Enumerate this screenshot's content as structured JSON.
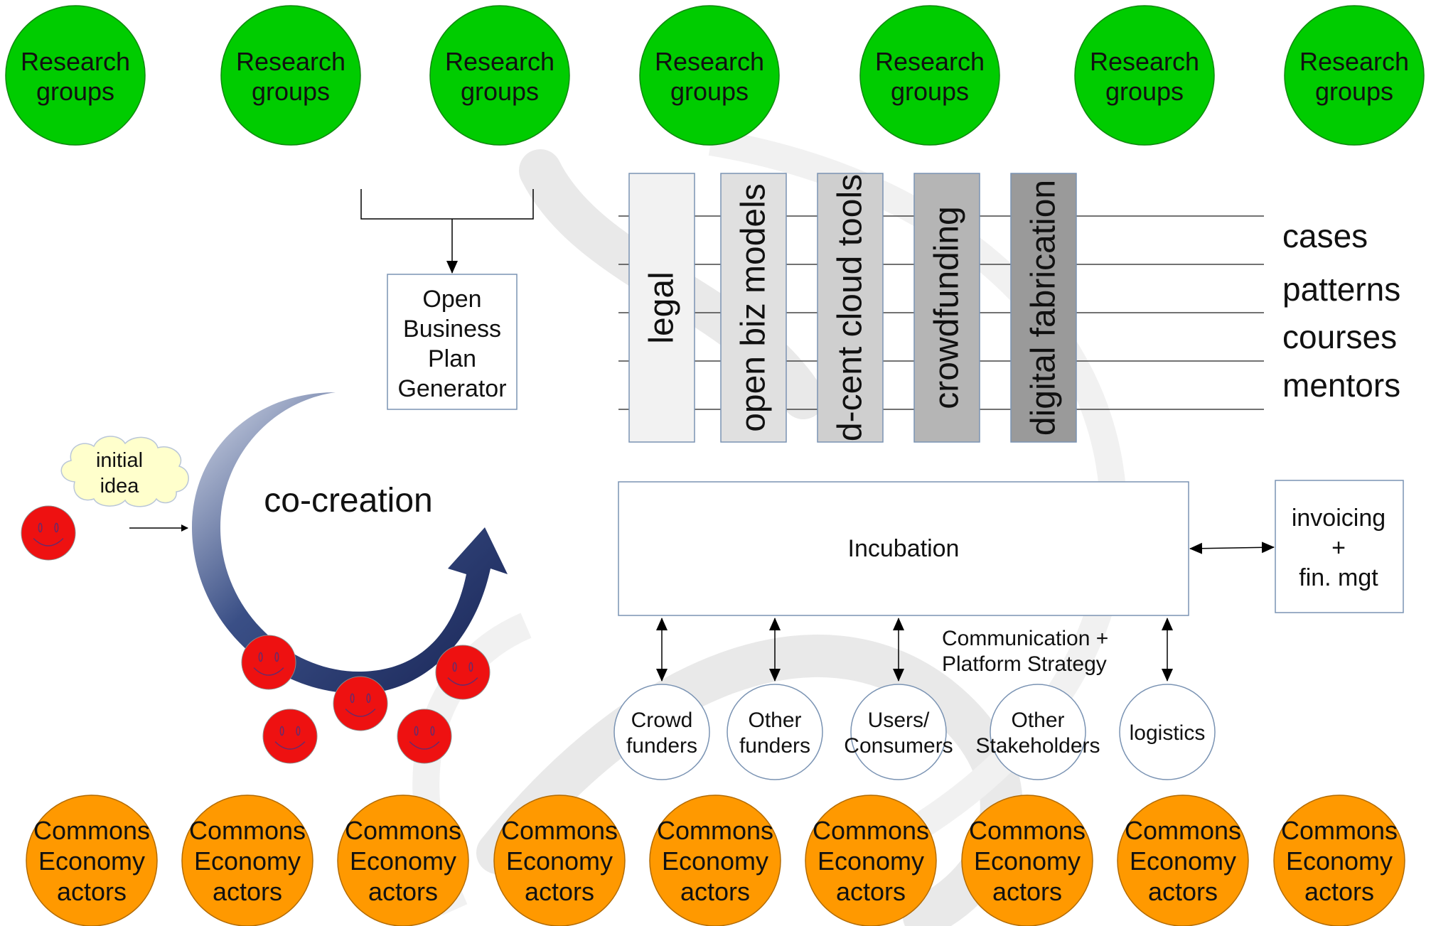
{
  "research_groups": {
    "line1": "Research",
    "line2": "groups",
    "color": "#00cc00"
  },
  "commons_actors": {
    "line1": "Commons",
    "line2": "Economy",
    "line3": "actors",
    "color": "#ff9900"
  },
  "open_business_plan": [
    "Open",
    "Business",
    "Plan",
    "Generator"
  ],
  "pillars": [
    {
      "label": "legal",
      "fill": "#f2f2f2"
    },
    {
      "label": "open biz models",
      "fill": "#e0e0e0"
    },
    {
      "label": "d-cent cloud tools",
      "fill": "#cfcfcf"
    },
    {
      "label": "crowdfunding",
      "fill": "#b5b5b5"
    },
    {
      "label": "digital fabrication",
      "fill": "#9a9a9a"
    }
  ],
  "resource_rows": [
    "cases",
    "patterns",
    "courses",
    "mentors"
  ],
  "initial_idea": [
    "initial",
    "idea"
  ],
  "cocreation_label": "co-creation",
  "incubation_label": "Incubation",
  "invoicing": [
    "invoicing",
    "+",
    "fin. mgt"
  ],
  "communication": [
    "Communication +",
    "Platform Strategy"
  ],
  "stakeholders": [
    {
      "name": "crowd-funders",
      "lines": [
        "Crowd",
        "funders"
      ]
    },
    {
      "name": "other-funders",
      "lines": [
        "Other",
        "funders"
      ]
    },
    {
      "name": "users-consumers",
      "lines": [
        "Users/",
        "Consumers"
      ]
    },
    {
      "name": "other-stakeholders",
      "lines": [
        "Other",
        "Stakeholders"
      ]
    },
    {
      "name": "logistics",
      "lines": [
        "logistics"
      ]
    }
  ],
  "colors": {
    "smiley": "#ee1111",
    "cloud": "#ffffcc",
    "box_border": "#7a93b3",
    "arrow_dark": "#1c2a5a",
    "arrow_light": "#c2cadc"
  }
}
